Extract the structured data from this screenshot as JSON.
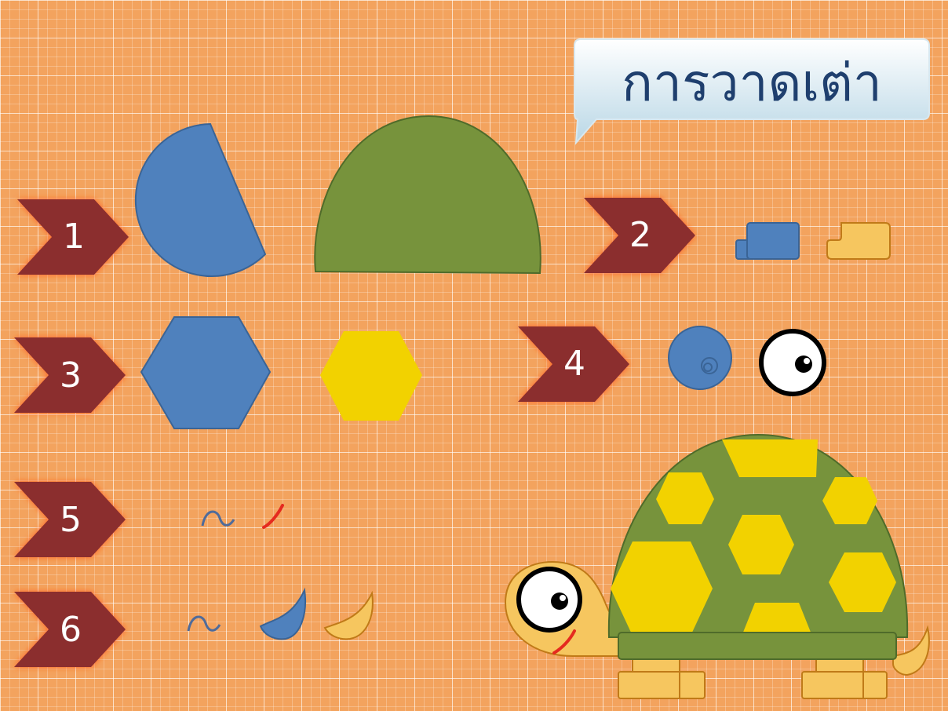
{
  "title": "การวาดเต่า",
  "steps": [
    "1",
    "2",
    "3",
    "4",
    "5",
    "6"
  ],
  "colors": {
    "background": "#f3a35e",
    "arrow": "#8b2f2f",
    "blue": "#4f81bd",
    "green": "#77933c",
    "yellow": "#f2d200",
    "skin": "#f6c65f",
    "skin_outline": "#c07a18"
  },
  "icons": {
    "step_marker": "chevron-arrow",
    "title_box": "rounded-callout"
  }
}
